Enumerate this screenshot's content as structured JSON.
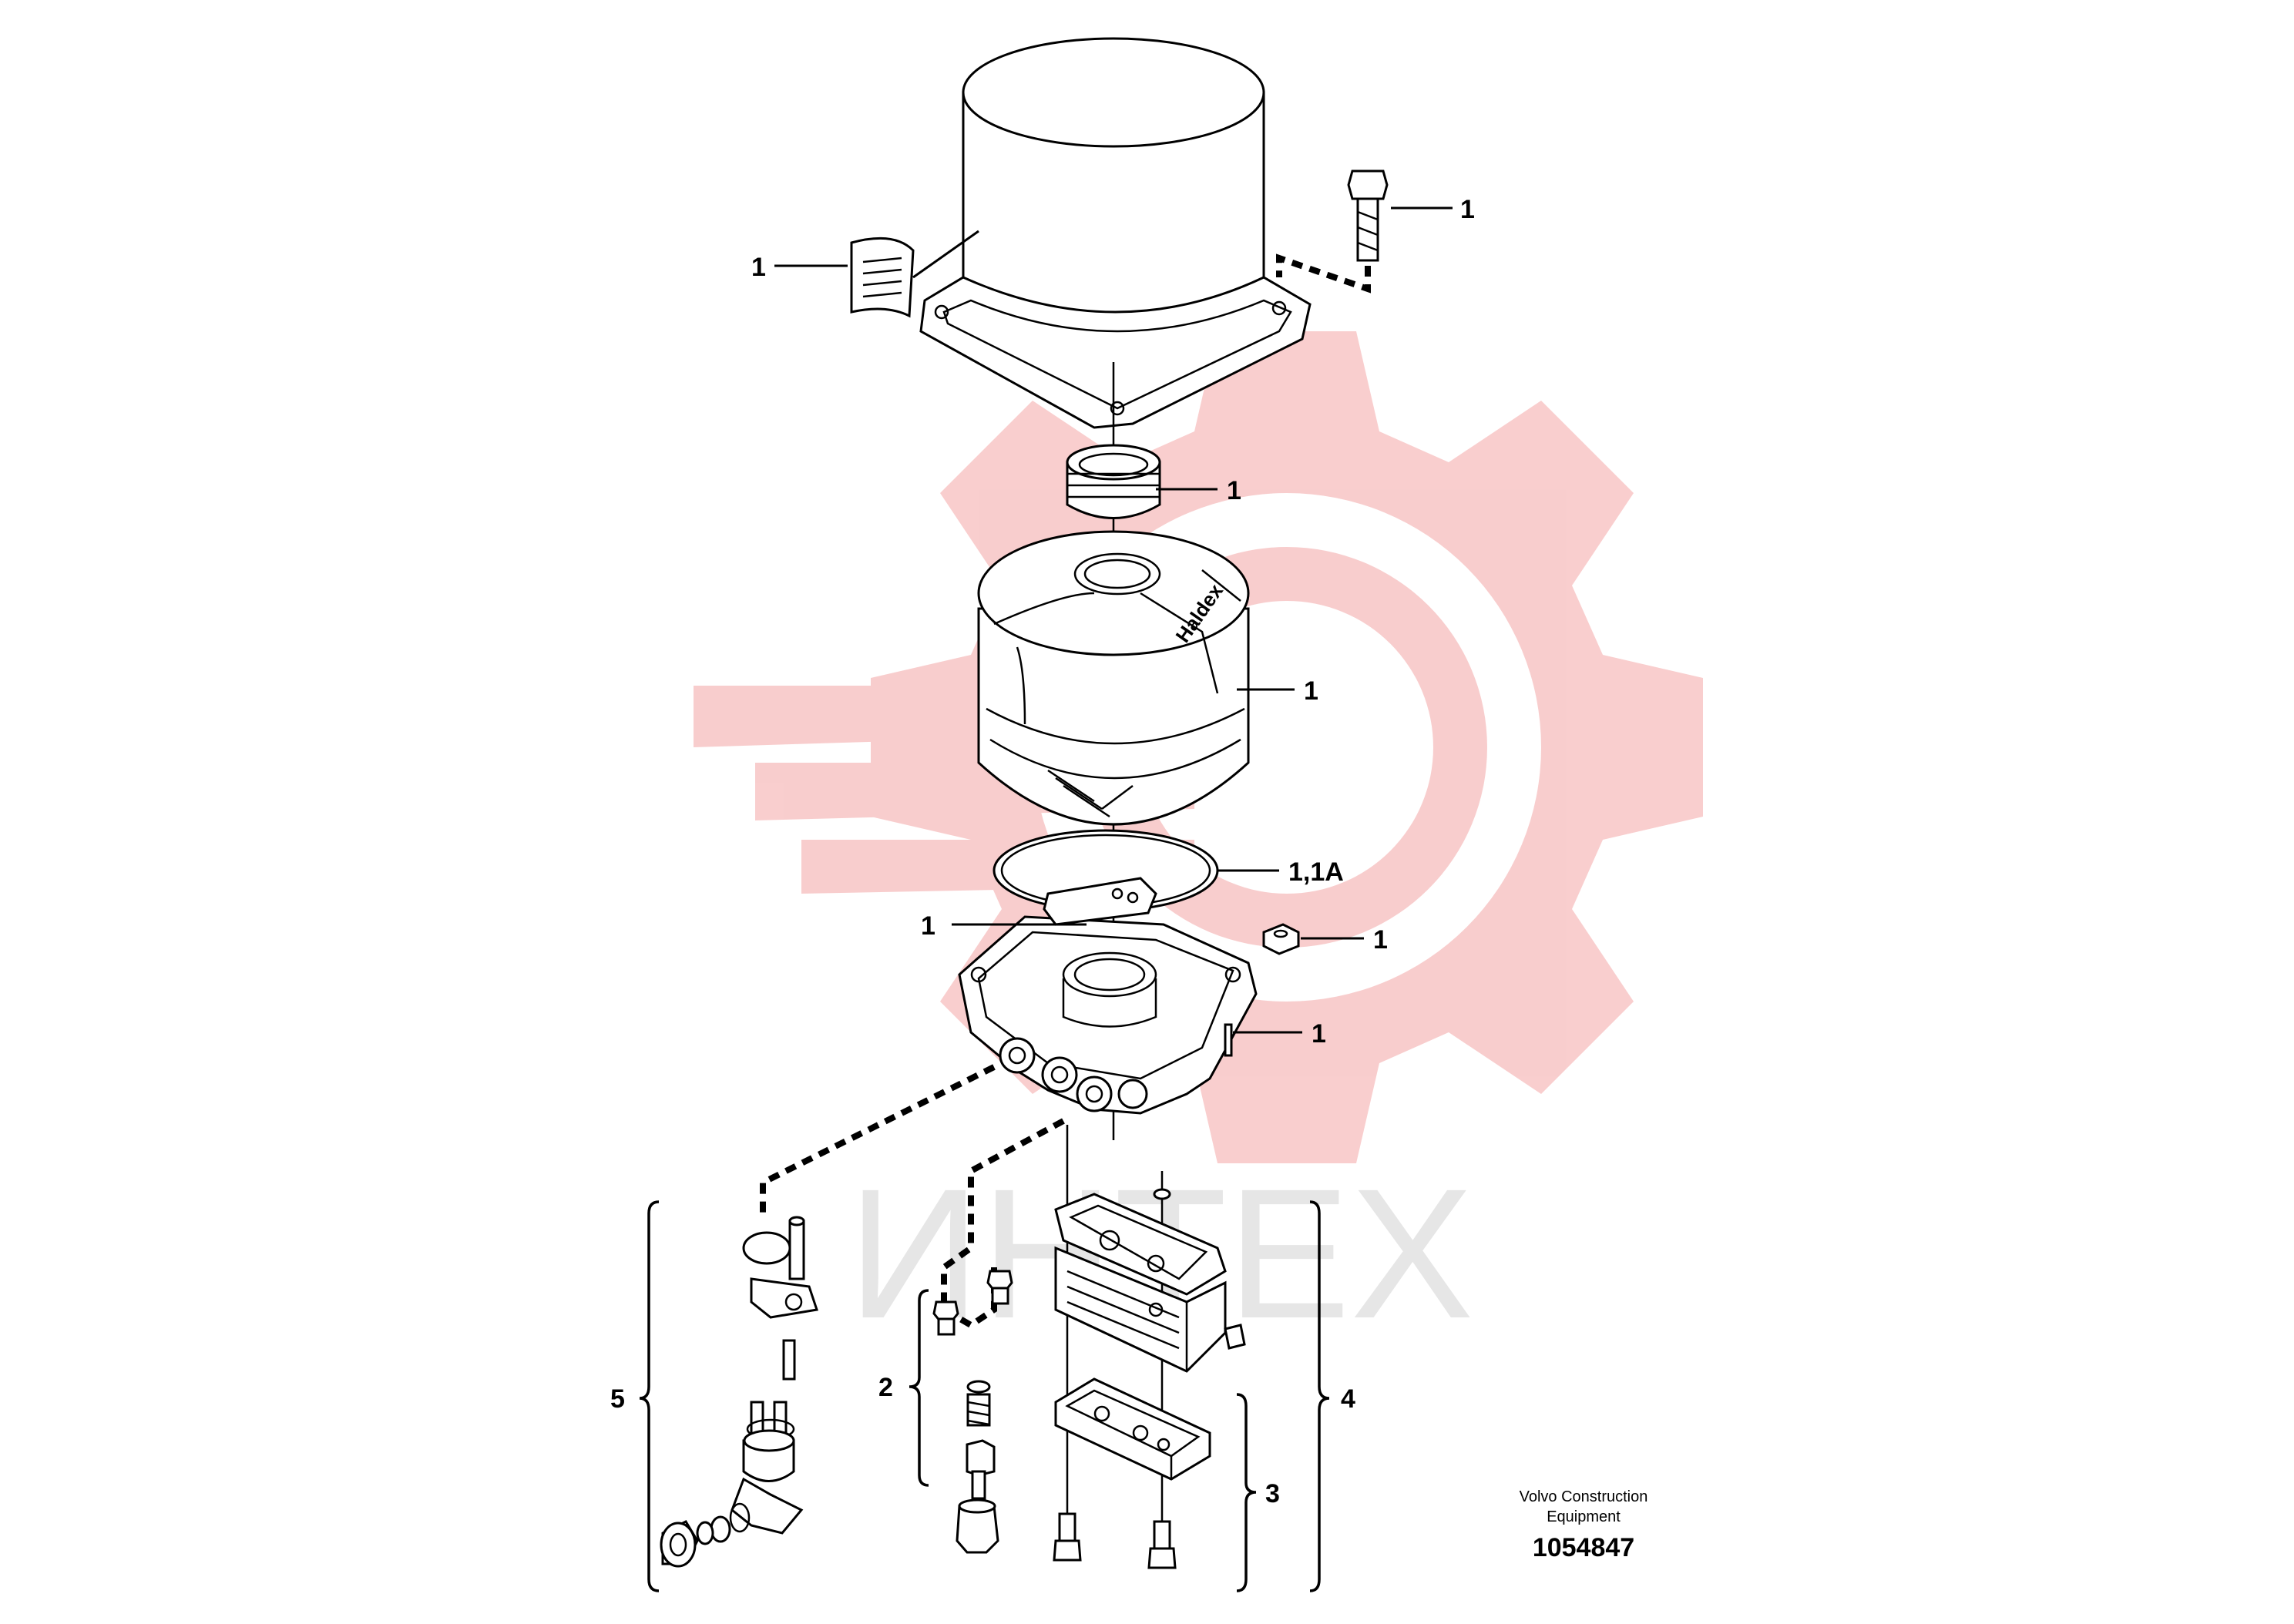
{
  "callouts": {
    "label_sticker": "1",
    "bolt": "1",
    "thread_ring": "1",
    "desiccant_body": "1",
    "o_ring": "1,1A",
    "inner_seal": "1",
    "nut": "1",
    "pin": "1",
    "kit_5": "5",
    "kit_2": "2",
    "kit_4": "4",
    "kit_3": "3"
  },
  "cartridge_brand": "Haldex",
  "watermark": {
    "text": "ИНТЕХ",
    "color": "#f2a0a0"
  },
  "footer": {
    "company_line1": "Volvo Construction",
    "company_line2": "Equipment",
    "part_number": "1054847"
  },
  "colors": {
    "ink": "#000000",
    "watermark_logo": "#f7c4c4"
  }
}
